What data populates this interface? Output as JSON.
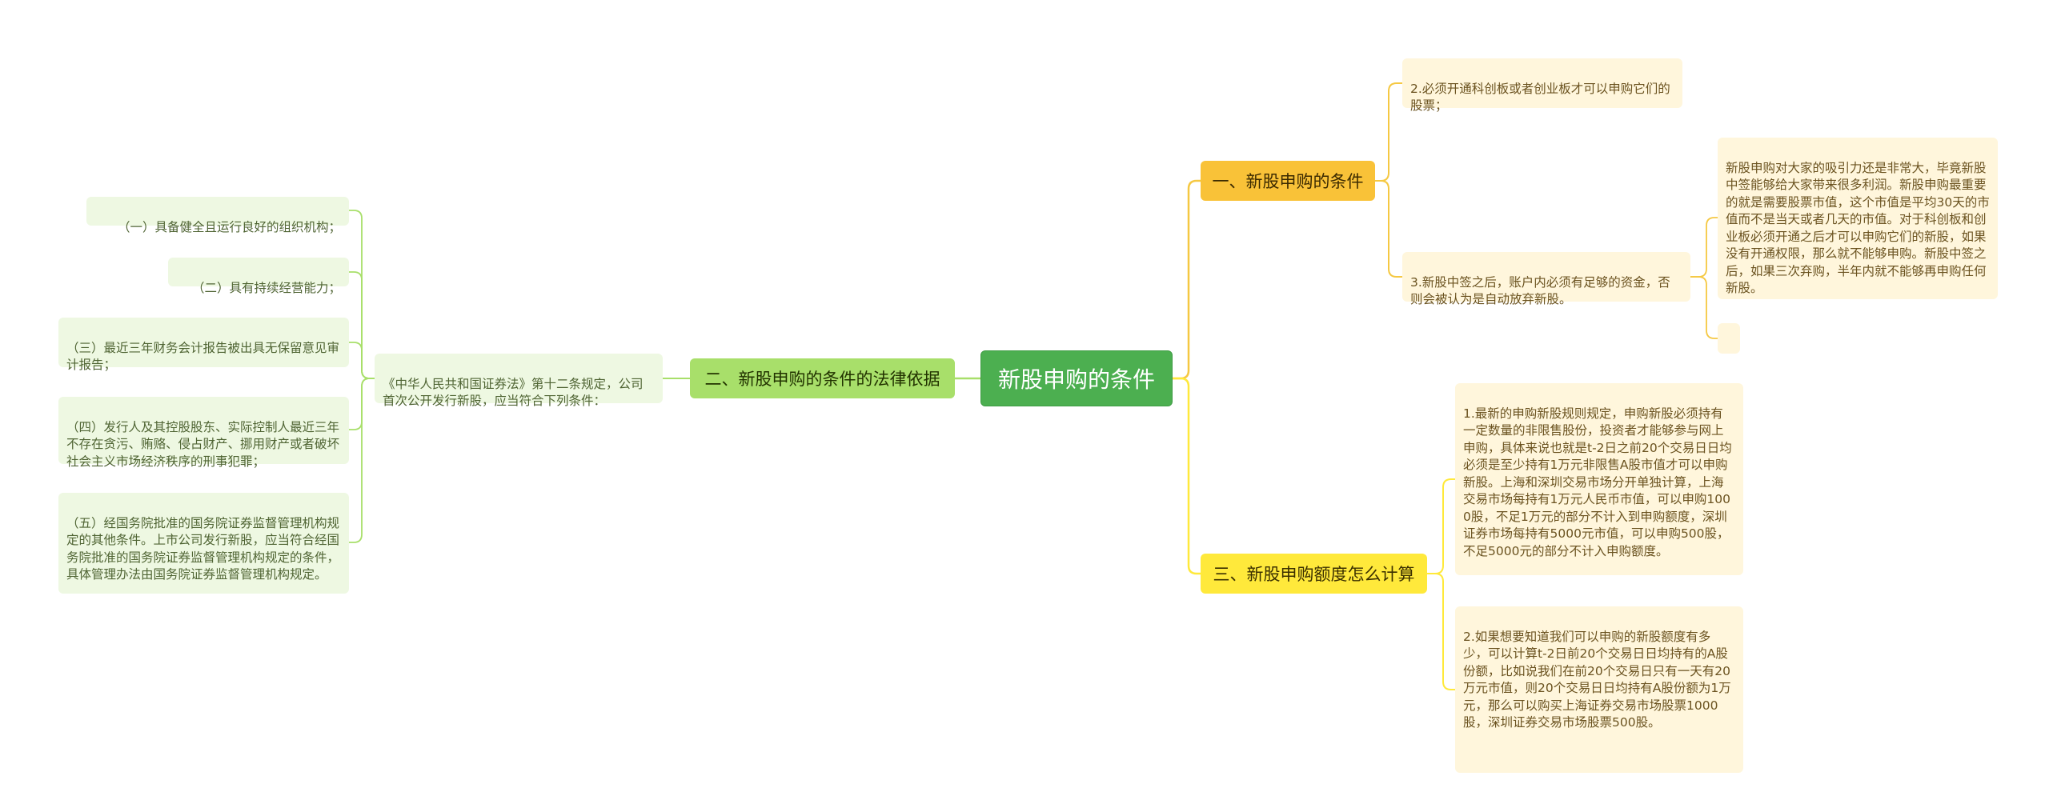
{
  "root": {
    "label": "新股申购的条件"
  },
  "branch1": {
    "label": "一、新股申购的条件",
    "item2": "2.必须开通科创板或者创业板才可以申购它们的股票；",
    "item3": "3.新股中签之后，账户内必须有足够的资金，否则会被认为是自动放弃新股。",
    "item3_note": "新股申购对大家的吸引力还是非常大，毕竟新股中签能够给大家带来很多利润。新股申购最重要的就是需要股票市值，这个市值是平均30天的市值而不是当天或者几天的市值。对于科创板和创业板必须开通之后才可以申购它们的新股，如果没有开通权限，那么就不能够申购。新股中签之后，如果三次弃购，半年内就不能够再申购任何新股。",
    "item3_empty": ""
  },
  "branch2": {
    "label": "二、新股申购的条件的法律依据",
    "law": "《中华人民共和国证券法》第十二条规定，公司首次公开发行新股，应当符合下列条件：",
    "conditions": [
      "（一）具备健全且运行良好的组织机构；",
      "（二）具有持续经营能力；",
      "（三）最近三年财务会计报告被出具无保留意见审计报告；",
      "（四）发行人及其控股股东、实际控制人最近三年不存在贪污、贿赂、侵占财产、挪用财产或者破坏社会主义市场经济秩序的刑事犯罪；",
      "（五）经国务院批准的国务院证券监督管理机构规定的其他条件。上市公司发行新股，应当符合经国务院批准的国务院证券监督管理机构规定的条件，具体管理办法由国务院证券监督管理机构规定。"
    ]
  },
  "branch3": {
    "label": "三、新股申购额度怎么计算",
    "item1": "1.最新的申购新股规则规定，申购新股必须持有一定数量的非限售股份，投资者才能够参与网上申购，具体来说也就是t-2日之前20个交易日日均必须是至少持有1万元非限售A股市值才可以申购新股。上海和深圳交易市场分开单独计算，上海交易市场每持有1万元人民币市值，可以申购1000股，不足1万元的部分不计入到申购额度，深圳证券市场每持有5000元市值，可以申购500股，不足5000元的部分不计入申购额度。",
    "item2": "2.如果想要知道我们可以申购的新股额度有多少，可以计算t-2日前20个交易日日均持有的A股份额，比如说我们在前20个交易日只有一天有20万元市值，则20个交易日日均持有A股份额为1万元，那么可以购买上海证券交易市场股票1000股，深圳证券交易市场股票500股。"
  },
  "colors": {
    "root": "#4caf50",
    "branch1": "#f9c238",
    "branch2": "#a8df6a",
    "branch3": "#ffe93b",
    "link_yellow": "#f5c842",
    "link_green": "#a8df6a"
  }
}
